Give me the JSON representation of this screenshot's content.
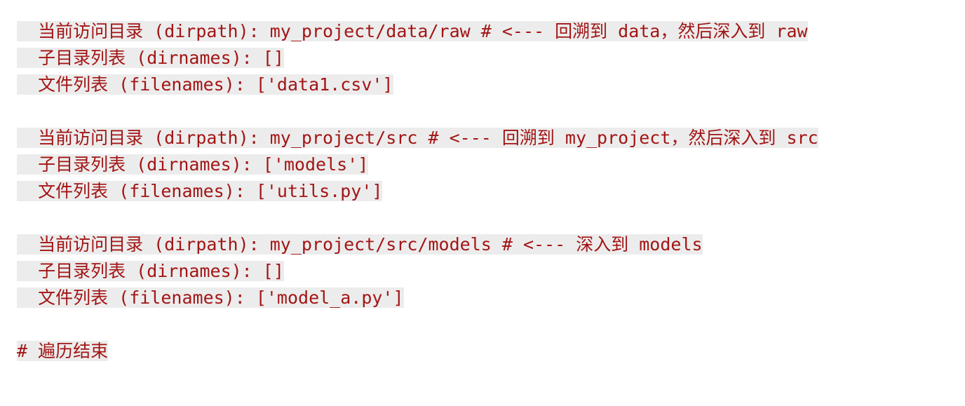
{
  "text_color": "#a31515",
  "highlight_color": "#ececec",
  "groups": [
    {
      "dirpath_line": "  当前访问目录 (dirpath): my_project/data/raw # <--- 回溯到 data，然后深入到 raw",
      "dirnames_line": "  子目录列表 (dirnames): []",
      "filenames_line": "  文件列表 (filenames): ['data1.csv']"
    },
    {
      "dirpath_line": "  当前访问目录 (dirpath): my_project/src # <--- 回溯到 my_project，然后深入到 src",
      "dirnames_line": "  子目录列表 (dirnames): ['models']",
      "filenames_line": "  文件列表 (filenames): ['utils.py']"
    },
    {
      "dirpath_line": "  当前访问目录 (dirpath): my_project/src/models # <--- 深入到 models",
      "dirnames_line": "  子目录列表 (dirnames): []",
      "filenames_line": "  文件列表 (filenames): ['model_a.py']"
    }
  ],
  "end_comment": "# 遍历结束"
}
